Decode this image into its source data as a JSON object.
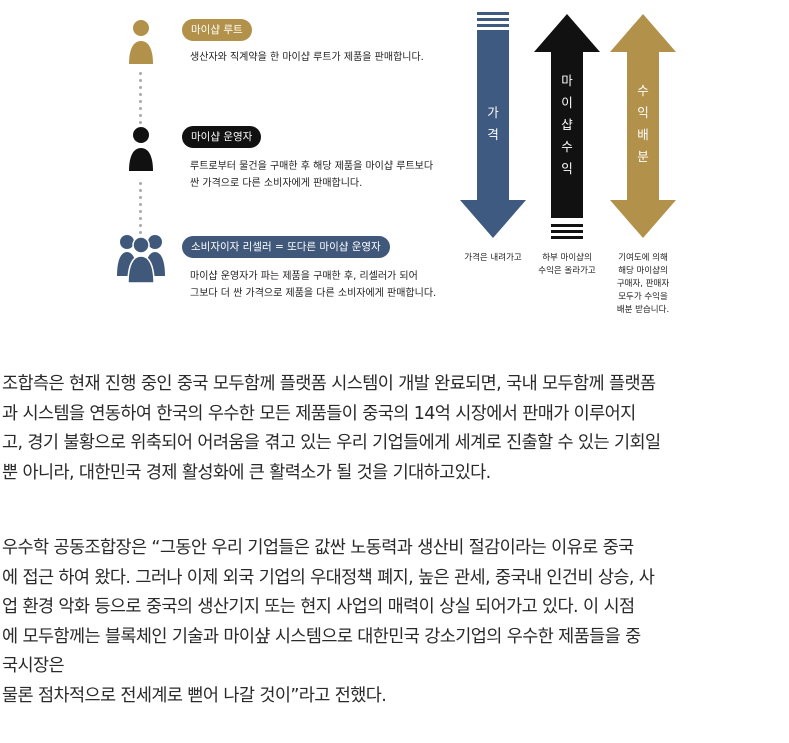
{
  "colors": {
    "gold": "#b2914a",
    "navy": "#40587a",
    "black": "#111111",
    "figure_navy": "#3f5a80"
  },
  "diagram": {
    "steps": [
      {
        "icon": "person-icon",
        "tag": "마이샵 루트",
        "desc": [
          "생산자와 직계약을 한 마이샵 루트가 제품을 판매합니다."
        ]
      },
      {
        "icon": "person-icon",
        "tag": "마이샵 운영자",
        "desc": [
          "루트로부터 물건을 구매한 후 해당 제품을 마이샵 루트보다",
          "싼 가격으로 다른 소비자에게 판매합니다."
        ]
      },
      {
        "icon": "group-icon",
        "tag": "소비자이자 리셀러 = 또다른 마이샵 운영자",
        "desc": [
          "마이샵 운영자가 파는 제품을 구매한 후, 리셀러가 되어",
          "그보다 더 싼 가격으로 제품을 다른 소비자에게 판매합니다."
        ]
      }
    ],
    "arrows": [
      {
        "label": [
          "가",
          "격"
        ],
        "caption": [
          "가격은 내려가고"
        ]
      },
      {
        "label": [
          "마",
          "이",
          "샵",
          "수",
          "익"
        ],
        "caption": [
          "하부 마이샵의",
          "수익은 올라가고"
        ]
      },
      {
        "label": [
          "수",
          "익",
          "배",
          "분"
        ],
        "caption": [
          "기여도에 의해",
          "해당 마이샵의",
          "구매자, 판매자",
          "모두가 수익을",
          "배분 받습니다."
        ]
      }
    ]
  },
  "article": {
    "paragraph1": [
      "조합측은 현재 진행 중인 중국 모두함께 플랫폼 시스템이 개발 완료되면, 국내 모두함께 플랫폼",
      "과 시스템을 연동하여 한국의 우수한 모든 제품들이 중국의 14억 시장에서 판매가 이루어지",
      "고, 경기 불황으로 위축되어 어려움을 겪고 있는 우리 기업들에게 세계로 진출할 수 있는 기회일",
      "뿐 아니라, 대한민국 경제 활성화에 큰 활력소가 될 것을 기대하고있다."
    ],
    "paragraph2": [
      "우수학 공동조합장은 “그동안 우리 기업들은 값싼 노동력과 생산비 절감이라는 이유로 중국",
      "에 접근 하여 왔다. 그러나 이제 외국 기업의 우대정책 폐지, 높은 관세, 중국내 인건비 상승, 사",
      "업 환경 악화 등으로 중국의  생산기지 또는 현지 사업의 매력이 상실 되어가고 있다. 이 시점",
      "에 모두함께는 블록체인 기술과 마이샾 시스템으로 대한민국 강소기업의 우수한 제품들을 중",
      "국시장은",
      "물론 점차적으로 전세계로 뻗어 나갈 것이”라고 전했다."
    ]
  }
}
